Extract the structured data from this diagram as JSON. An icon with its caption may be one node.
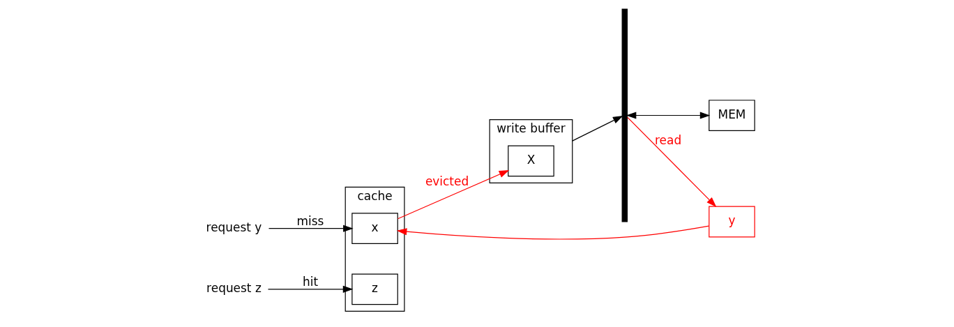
{
  "diagram": {
    "nodes": [
      {
        "text": [
          "cache"
        ]
      },
      {
        "text": [
          "x"
        ],
        "in": 0
      },
      {
        "text": [
          "z"
        ],
        "in": 0
      },
      {
        "text": [
          "request y"
        ]
      },
      {
        "text": [
          "request z"
        ]
      },
      {
        "text": [
          "write buffer"
        ]
      },
      {
        "text": [
          "X"
        ],
        "in": 5
      },
      {
        "text": [],
        "shape": "bar"
      },
      {
        "text": [
          "MEM"
        ]
      },
      {
        "text": [
          "y"
        ]
      }
    ],
    "edges": [
      {
        "from": 3,
        "to": 1,
        "arrow": "to",
        "label": "miss"
      },
      {
        "from": 4,
        "to": 2,
        "arrow": "to",
        "label": "hit"
      },
      {
        "from": 1,
        "to": 6,
        "arrow": "to",
        "label": "evicted",
        "color": "#ff0000"
      },
      {
        "from": 5,
        "to": 7,
        "arrow": "to"
      },
      {
        "from": 7,
        "to": 8,
        "arrow": "both"
      },
      {
        "from": 7,
        "to": 9,
        "arrow": "to",
        "label": "read",
        "color": "#ff0000"
      },
      {
        "from": 9,
        "to": 1,
        "arrow": "to",
        "color": "#ff0000"
      }
    ]
  }
}
